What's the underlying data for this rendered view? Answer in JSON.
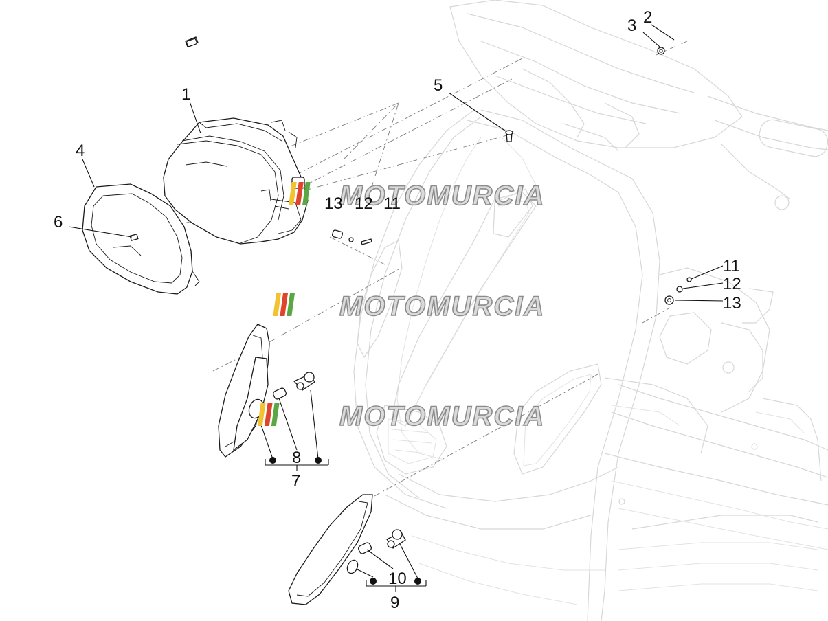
{
  "watermark": {
    "text": "MOTOMURCIA",
    "stripe_colors": [
      "#f2c230",
      "#e0442c",
      "#5aa844"
    ]
  },
  "callouts": {
    "c1": "1",
    "c2": "2",
    "c3": "3",
    "c4": "4",
    "c5": "5",
    "c6": "6",
    "c7": "7",
    "c8": "8",
    "c9": "9",
    "c10": "10",
    "c11a": "11",
    "c12a": "12",
    "c13a": "13",
    "c11b": "11",
    "c12b": "12",
    "c13b": "13"
  }
}
